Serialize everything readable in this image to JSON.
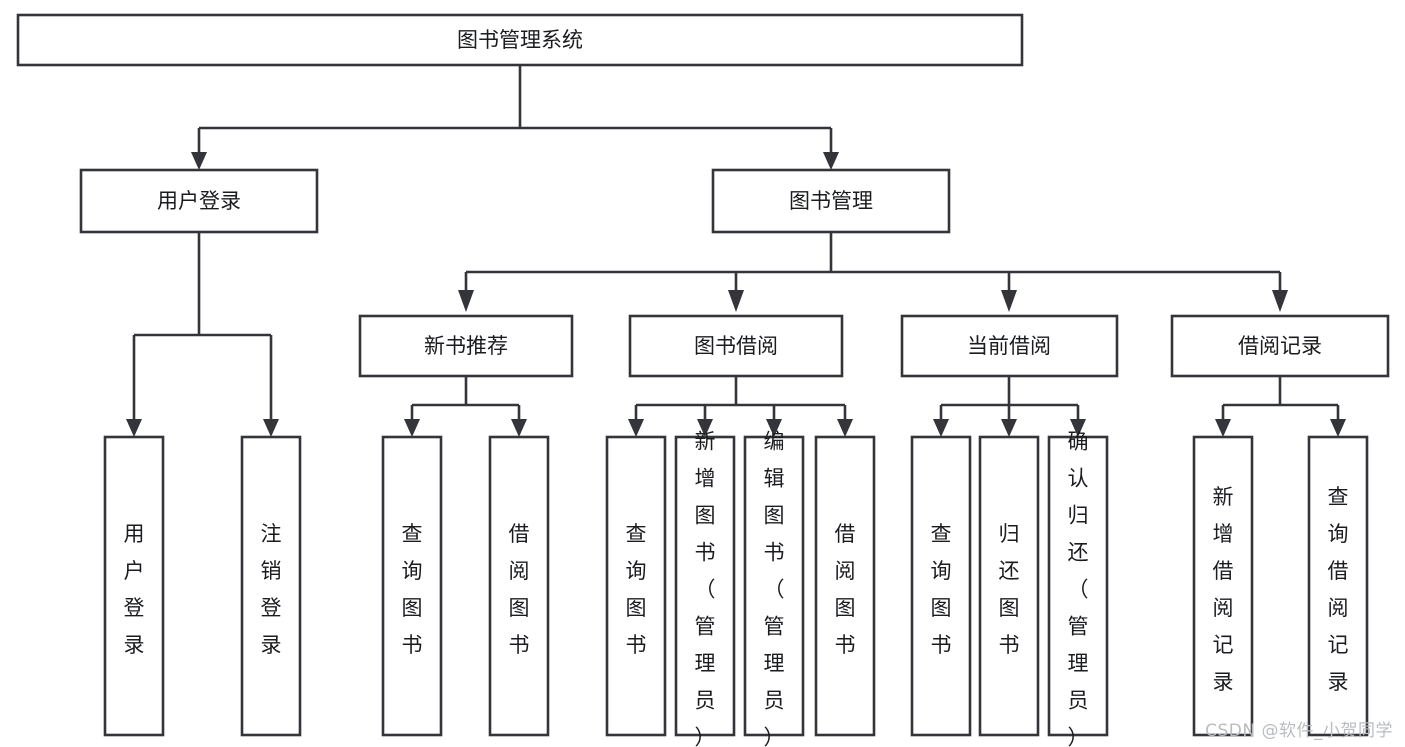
{
  "diagram": {
    "title": "图书管理系统",
    "type": "tree",
    "watermark": "CSDN @软件_小贺同学",
    "colors": {
      "box_stroke": "#33353a",
      "box_fill": "#ffffff",
      "connector": "#33353a",
      "text": "#1b1c1f",
      "watermark": "#b9bcc1",
      "background": "#ffffff"
    },
    "levels": {
      "root": {
        "label": "图书管理系统"
      },
      "level2": [
        {
          "label": "用户登录"
        },
        {
          "label": "图书管理"
        }
      ],
      "level3": [
        {
          "label": "新书推荐"
        },
        {
          "label": "图书借阅"
        },
        {
          "label": "当前借阅"
        },
        {
          "label": "借阅记录"
        }
      ],
      "leaves": [
        {
          "label": "用户登录",
          "parent": "用户登录"
        },
        {
          "label": "注销登录",
          "parent": "用户登录"
        },
        {
          "label": "查询图书",
          "parent": "新书推荐"
        },
        {
          "label": "借阅图书",
          "parent": "新书推荐"
        },
        {
          "label": "查询图书",
          "parent": "图书借阅"
        },
        {
          "label": "新增图书（管理员）",
          "parent": "图书借阅"
        },
        {
          "label": "编辑图书（管理员）",
          "parent": "图书借阅"
        },
        {
          "label": "借阅图书",
          "parent": "图书借阅"
        },
        {
          "label": "查询图书",
          "parent": "当前借阅"
        },
        {
          "label": "归还图书",
          "parent": "当前借阅"
        },
        {
          "label": "确认归还（管理员）",
          "parent": "当前借阅"
        },
        {
          "label": "新增借阅记录",
          "parent": "借阅记录"
        },
        {
          "label": "查询借阅记录",
          "parent": "借阅记录"
        }
      ]
    }
  }
}
